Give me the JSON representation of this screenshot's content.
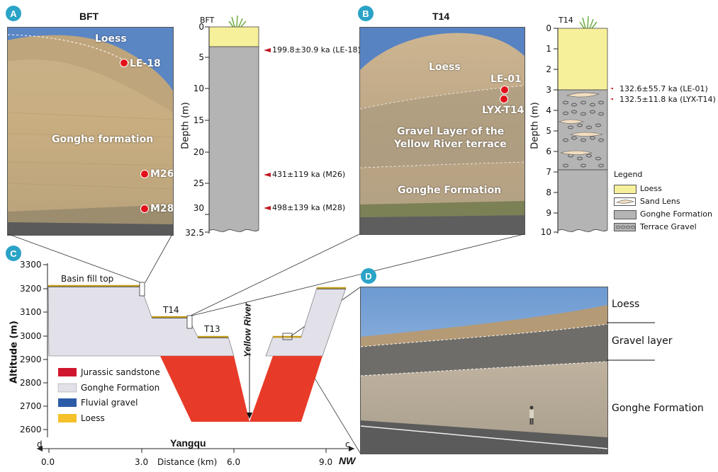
{
  "panels": {
    "a": {
      "badge": "A",
      "title": "BFT",
      "photo_labels": {
        "loess": "Loess",
        "le18": "LE-18",
        "gonghe": "Gonghe formation",
        "m26": "M26",
        "m28": "M28"
      }
    },
    "b": {
      "badge": "B",
      "title": "T14",
      "photo_labels": {
        "loess": "Loess",
        "le01": "LE-01",
        "lyx": "LYX-T14",
        "gravel1": "Gravel Layer of the",
        "gravel2": "Yellow River terrace",
        "gonghe": "Gonghe Formation"
      }
    },
    "c": {
      "badge": "C"
    },
    "d": {
      "badge": "D",
      "labels": {
        "loess": "Loess",
        "gravel": "Gravel layer",
        "gonghe": "Gonghe Formation"
      }
    }
  },
  "bft_column": {
    "title": "BFT",
    "ylabel": "Depth (m)",
    "ticks": [
      "0",
      "5",
      "10",
      "15",
      "20",
      "25",
      "30",
      "32.5"
    ],
    "ages": [
      "199.8±30.9 ka (LE-18)",
      "431±119 ka (M26)",
      "498±139 ka (M28)"
    ]
  },
  "t14_column": {
    "title": "T14",
    "ylabel": "Depth (m)",
    "ticks": [
      "0",
      "1",
      "2",
      "3",
      "4",
      "5",
      "6",
      "7",
      "8",
      "9",
      "10"
    ],
    "ages": [
      "132.6±55.7 ka (LE-01)",
      "132.5±11.8 ka (LYX-T14)"
    ]
  },
  "legend": {
    "title": "Legend",
    "items": [
      "Loess",
      "Sand Lens",
      "Gonghe Formation",
      "Terrace Gravel"
    ]
  },
  "profile": {
    "ylabel": "Altitude (m)",
    "yticks": [
      "3300",
      "3200",
      "3100",
      "3000",
      "2900",
      "2800",
      "2700",
      "2600"
    ],
    "xlabel": "Distance (km)",
    "xticks": [
      "0.0",
      "3.0",
      "6.0",
      "9.0"
    ],
    "nw": "NW",
    "corner_d": "d",
    "corner_c": "c",
    "basin_fill_top": "Basin fill top",
    "t14": "T14",
    "t13": "T13",
    "river": "Yellow River",
    "place": "Yangqu",
    "legend": [
      "Jurassic sandstone",
      "Gonghe Formation",
      "Fluvial gravel",
      "Loess"
    ]
  },
  "colors": {
    "badge": "#2aa3c6",
    "loess": "#f7f09a",
    "gonghe": "#b4b4b4",
    "profile_gonghe": "#e2e0e8",
    "sandstone": "#e83a28",
    "legend_sandstone": "#d0152e",
    "fluvial": "#2c5ca8",
    "legend_loess": "#f5c02a",
    "sample": "#e3111a"
  }
}
